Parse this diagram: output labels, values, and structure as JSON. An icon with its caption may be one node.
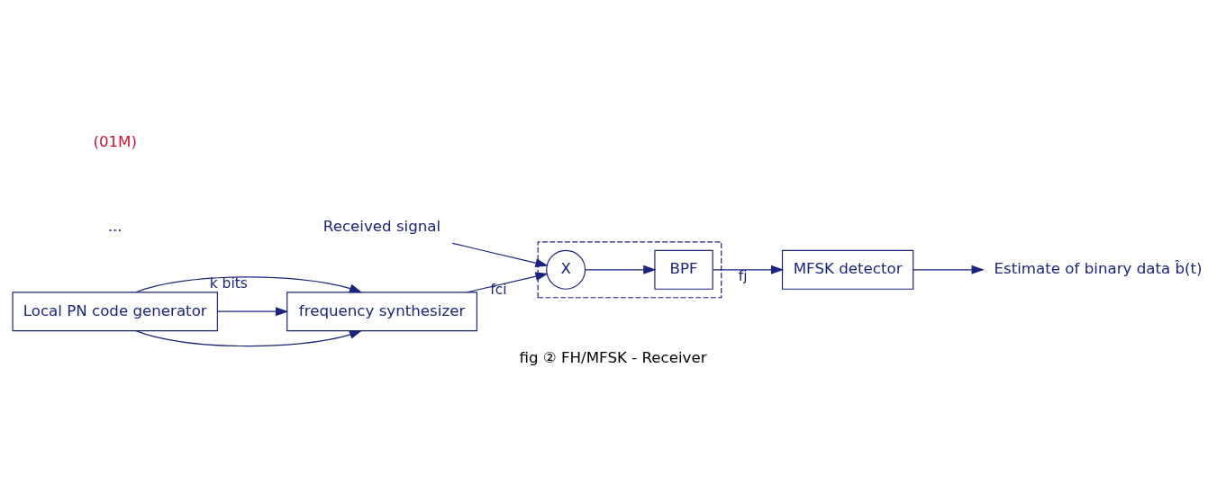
{
  "diagram": {
    "caption": "fig ② FH/MFSK - Receiver",
    "nodes": [
      {
        "text": [
          "Received signal"
        ]
      },
      {
        "text": [],
        "shape": "box"
      },
      {
        "text": [
          "X"
        ],
        "in": 1
      },
      {
        "text": [
          "BPF"
        ],
        "in": 1
      },
      {
        "text": [
          "MFSK detector"
        ]
      },
      {
        "text": [
          "Estimate of binary data b̂(t)"
        ]
      },
      {
        "text": [
          "frequency synthesizer"
        ]
      },
      {
        "text": [
          "Local PN code generator"
        ]
      }
    ],
    "edges": [
      {
        "from": 0,
        "to": 2,
        "arrow": "to"
      },
      {
        "from": 2,
        "to": 3,
        "arrow": "to"
      },
      {
        "from": 3,
        "to": 4,
        "arrow": "to",
        "label": "fj"
      },
      {
        "from": 4,
        "to": 5,
        "arrow": "to"
      },
      {
        "from": 6,
        "to": 2,
        "arrow": "to",
        "label": "fci"
      },
      {
        "from": 7,
        "to": 6,
        "arrow": "to"
      },
      {
        "from": 7,
        "to": 6,
        "arrow": "to"
      },
      {
        "from": 7,
        "to": 6,
        "arrow": "to",
        "label": "k bits"
      }
    ],
    "labels": [
      "...",
      "(01M)"
    ]
  }
}
